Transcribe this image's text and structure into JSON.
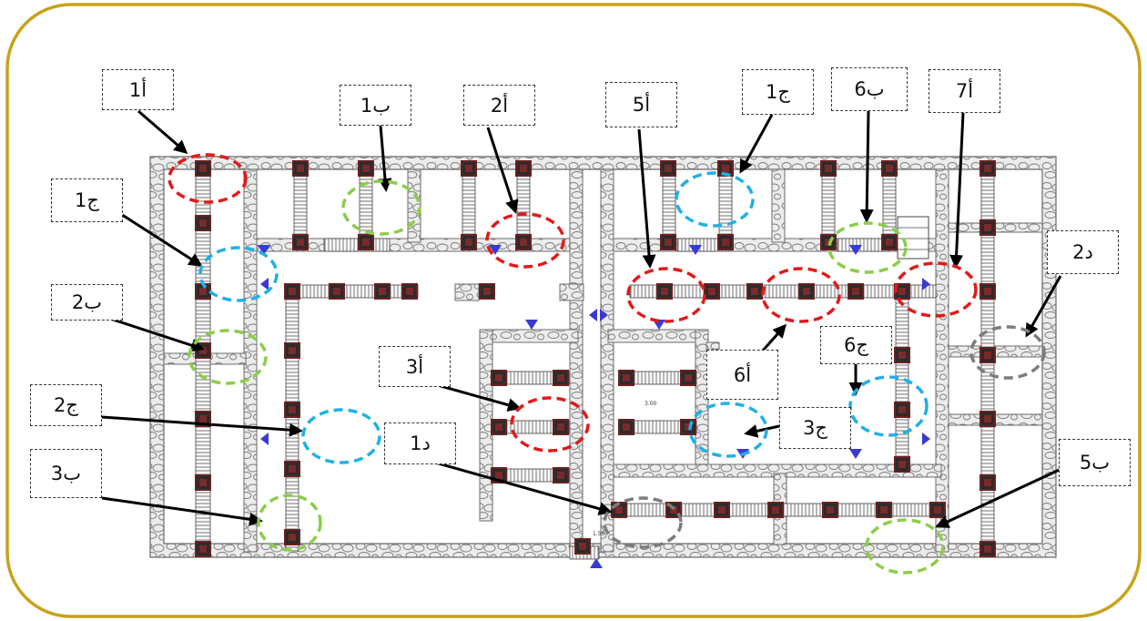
{
  "palette": {
    "frame": "#c8a21a",
    "wall_fill": "#e6e6e6",
    "wall_line": "#6b6b6b",
    "red": "#e01a1a",
    "green": "#8ccd4a",
    "blue": "#1fb0e8",
    "gray": "#7d7d7d",
    "arrow": "#000000",
    "marker": "#3a3ad0",
    "pier": "#6a2020"
  },
  "labels": [
    {
      "id": "a1",
      "text": "أ1"
    },
    {
      "id": "b1",
      "text": "ب1"
    },
    {
      "id": "a2",
      "text": "أ2"
    },
    {
      "id": "a5",
      "text": "أ5"
    },
    {
      "id": "j1_top",
      "text": "ج1"
    },
    {
      "id": "b6",
      "text": "ب6"
    },
    {
      "id": "a7",
      "text": "أ7"
    },
    {
      "id": "j1_left",
      "text": "ج1"
    },
    {
      "id": "d2",
      "text": "د2"
    },
    {
      "id": "b2",
      "text": "ب2"
    },
    {
      "id": "j6",
      "text": "ج6"
    },
    {
      "id": "a3",
      "text": "أ3"
    },
    {
      "id": "a6",
      "text": "أ6"
    },
    {
      "id": "j2",
      "text": "ج2"
    },
    {
      "id": "d1",
      "text": "د1"
    },
    {
      "id": "j3",
      "text": "ج3"
    },
    {
      "id": "b3",
      "text": "ب3"
    },
    {
      "id": "b5",
      "text": "ب5"
    }
  ],
  "markers": {
    "ellipses": [
      {
        "id": "e_a1",
        "color": "red"
      },
      {
        "id": "e_b1",
        "color": "green"
      },
      {
        "id": "e_a2",
        "color": "red"
      },
      {
        "id": "e_j1_top",
        "color": "blue"
      },
      {
        "id": "e_b6",
        "color": "green"
      },
      {
        "id": "e_j1_left",
        "color": "blue"
      },
      {
        "id": "e_a5",
        "color": "red"
      },
      {
        "id": "e_a6",
        "color": "red"
      },
      {
        "id": "e_a7",
        "color": "red"
      },
      {
        "id": "e_d2",
        "color": "gray"
      },
      {
        "id": "e_b2",
        "color": "green"
      },
      {
        "id": "e_a3",
        "color": "red"
      },
      {
        "id": "e_j2",
        "color": "blue"
      },
      {
        "id": "e_j3",
        "color": "blue"
      },
      {
        "id": "e_j6",
        "color": "blue"
      },
      {
        "id": "e_b3",
        "color": "green"
      },
      {
        "id": "e_d1",
        "color": "gray"
      },
      {
        "id": "e_b5",
        "color": "green"
      }
    ]
  },
  "plan_annotations": {
    "dim_1": "3.00",
    "dim_2": "1.50"
  }
}
